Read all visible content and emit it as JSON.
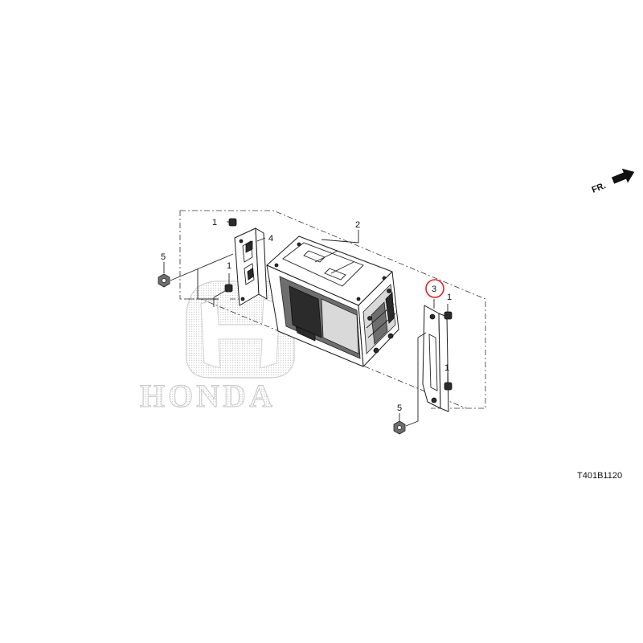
{
  "watermark": {
    "brand": "HONDA",
    "logo_icon": "honda-h-logo-icon"
  },
  "direction": {
    "label": "FR.",
    "icon": "arrow-right-icon"
  },
  "diagram_code": "T401B1120",
  "callouts": {
    "c1a": "1",
    "c1b": "1",
    "c1c": "1",
    "c1d": "1",
    "c2": "2",
    "c3": "3",
    "c4": "4",
    "c5a": "5",
    "c5b": "5"
  },
  "highlight": {
    "part": "3",
    "color": "#e02020"
  },
  "colors": {
    "line": "#222222",
    "watermark": "#c9c9c9"
  }
}
